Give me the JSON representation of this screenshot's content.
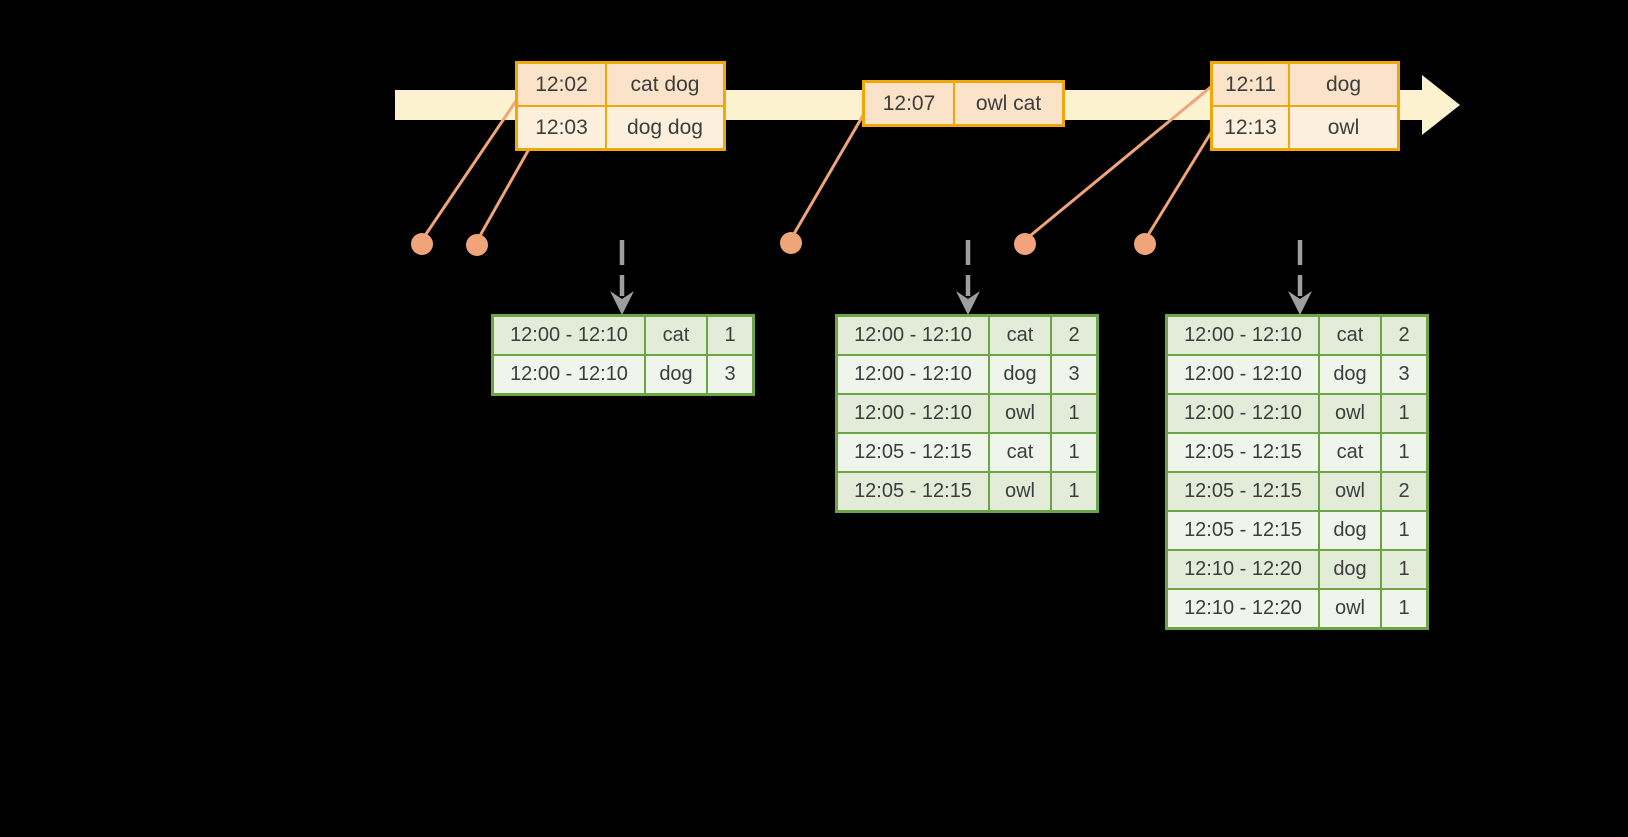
{
  "colors": {
    "background": "#000000",
    "timeline_fill": "#fcf2d0",
    "event_border": "#f0a70a",
    "event_row_dark": "#fae3c8",
    "event_row_light": "#fcf0dd",
    "dot_and_line": "#f0a47a",
    "trigger_arrow_gray": "#9e9e9e",
    "table_border": "#6ca644",
    "table_row_dark": "#e2ecd9",
    "table_row_light": "#f0f5ec",
    "text": "#3d3d3d"
  },
  "event_boxes": [
    {
      "rows": [
        {
          "time": "12:02",
          "words": "cat dog"
        },
        {
          "time": "12:03",
          "words": "dog dog"
        }
      ]
    },
    {
      "rows": [
        {
          "time": "12:07",
          "words": "owl cat"
        }
      ]
    },
    {
      "rows": [
        {
          "time": "12:11",
          "words": "dog"
        },
        {
          "time": "12:13",
          "words": "owl"
        }
      ]
    }
  ],
  "result_tables": [
    {
      "rows": [
        [
          "12:00 - 12:10",
          "cat",
          "1"
        ],
        [
          "12:00 - 12:10",
          "dog",
          "3"
        ]
      ]
    },
    {
      "rows": [
        [
          "12:00 - 12:10",
          "cat",
          "2"
        ],
        [
          "12:00 - 12:10",
          "dog",
          "3"
        ],
        [
          "12:00 - 12:10",
          "owl",
          "1"
        ],
        [
          "12:05 - 12:15",
          "cat",
          "1"
        ],
        [
          "12:05 - 12:15",
          "owl",
          "1"
        ]
      ]
    },
    {
      "rows": [
        [
          "12:00 - 12:10",
          "cat",
          "2"
        ],
        [
          "12:00 - 12:10",
          "dog",
          "3"
        ],
        [
          "12:00 - 12:10",
          "owl",
          "1"
        ],
        [
          "12:05 - 12:15",
          "cat",
          "1"
        ],
        [
          "12:05 - 12:15",
          "owl",
          "2"
        ],
        [
          "12:05 - 12:15",
          "dog",
          "1"
        ],
        [
          "12:10 - 12:20",
          "dog",
          "1"
        ],
        [
          "12:10 - 12:20",
          "owl",
          "1"
        ]
      ]
    }
  ]
}
